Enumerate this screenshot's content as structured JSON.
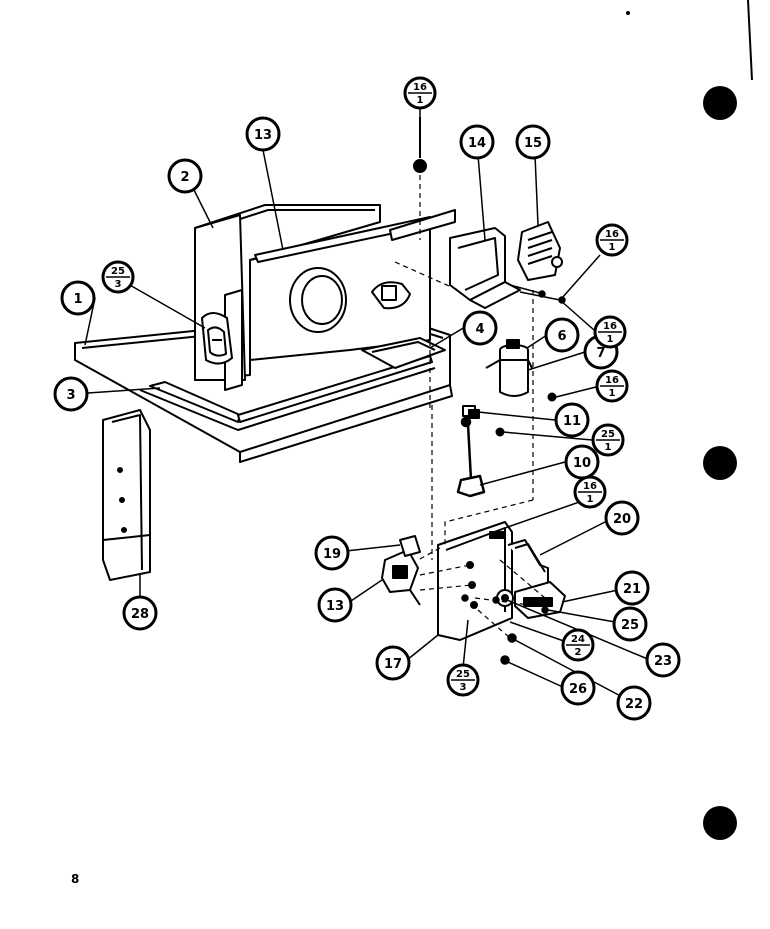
{
  "page_number": "8",
  "callouts": [
    {
      "id": "1",
      "label": "1"
    },
    {
      "id": "2",
      "label": "2"
    },
    {
      "id": "3",
      "label": "3"
    },
    {
      "id": "4",
      "label": "4"
    },
    {
      "id": "6",
      "label": "6"
    },
    {
      "id": "7",
      "label": "7"
    },
    {
      "id": "10",
      "label": "10"
    },
    {
      "id": "11",
      "label": "11"
    },
    {
      "id": "13a",
      "label": "13"
    },
    {
      "id": "13b",
      "label": "13"
    },
    {
      "id": "14",
      "label": "14"
    },
    {
      "id": "15",
      "label": "15"
    },
    {
      "id": "17",
      "label": "17"
    },
    {
      "id": "19",
      "label": "19"
    },
    {
      "id": "20",
      "label": "20"
    },
    {
      "id": "21",
      "label": "21"
    },
    {
      "id": "22",
      "label": "22"
    },
    {
      "id": "23",
      "label": "23"
    },
    {
      "id": "25",
      "label": "25"
    },
    {
      "id": "26",
      "label": "26"
    },
    {
      "id": "28",
      "label": "28"
    }
  ],
  "fraction_callouts": [
    {
      "id": "f16-top",
      "num": "16",
      "den": "1"
    },
    {
      "id": "f16-right",
      "num": "16",
      "den": "1"
    },
    {
      "id": "f16-mid",
      "num": "16",
      "den": "1"
    },
    {
      "id": "f16-cap",
      "num": "16",
      "den": "1"
    },
    {
      "id": "f25-left",
      "num": "25",
      "den": "3"
    },
    {
      "id": "f25-1",
      "num": "25",
      "den": "1"
    },
    {
      "id": "f16-panel",
      "num": "16",
      "den": "1"
    },
    {
      "id": "f24-2",
      "num": "24",
      "den": "2"
    },
    {
      "id": "f25-bottom",
      "num": "25",
      "den": "3"
    }
  ],
  "colors": {
    "ink": "#000000",
    "paper": "#ffffff"
  }
}
